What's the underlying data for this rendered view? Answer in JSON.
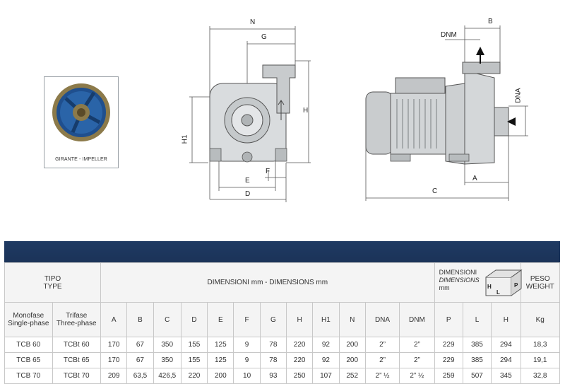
{
  "impeller": {
    "caption": "GIRANTE - IMPELLER"
  },
  "drawing_labels": {
    "front": {
      "N": "N",
      "G": "G",
      "H": "H",
      "H1": "H1",
      "E": "E",
      "F": "F",
      "D": "D"
    },
    "side": {
      "DNM": "DNM",
      "B": "B",
      "DNA": "DNA",
      "A": "A",
      "C": "C"
    }
  },
  "table": {
    "tipo_it": "TIPO",
    "tipo_en": "TYPE",
    "dimensioni_header": "DIMENSIONI mm - DIMENSIONS mm",
    "pvl_header": {
      "line1": "DIMENSIONI",
      "line2": "DIMENSIONS",
      "line3": "mm",
      "box_h": "H",
      "box_l": "L",
      "box_p": "P"
    },
    "peso_header": {
      "line1": "PESO",
      "line2": "WEIGHT"
    },
    "subheaders": {
      "monofase": "Monofase",
      "single_phase": "Single-phase",
      "trifase": "Trifase",
      "three_phase": "Three-phase",
      "cols": [
        "A",
        "B",
        "C",
        "D",
        "E",
        "F",
        "G",
        "H",
        "H1",
        "N",
        "DNA",
        "DNM",
        "P",
        "L",
        "H",
        "Kg"
      ]
    },
    "rows": [
      [
        "TCB 60",
        "TCBt 60",
        "170",
        "67",
        "350",
        "155",
        "125",
        "9",
        "78",
        "220",
        "92",
        "200",
        "2”",
        "2”",
        "229",
        "385",
        "294",
        "18,3"
      ],
      [
        "TCB 65",
        "TCBt 65",
        "170",
        "67",
        "350",
        "155",
        "125",
        "9",
        "78",
        "220",
        "92",
        "200",
        "2”",
        "2”",
        "229",
        "385",
        "294",
        "19,1"
      ],
      [
        "TCB 70",
        "TCBt 70",
        "209",
        "63,5",
        "426,5",
        "220",
        "200",
        "10",
        "93",
        "250",
        "107",
        "252",
        "2” ½",
        "2” ½",
        "259",
        "507",
        "345",
        "32,8"
      ]
    ]
  }
}
